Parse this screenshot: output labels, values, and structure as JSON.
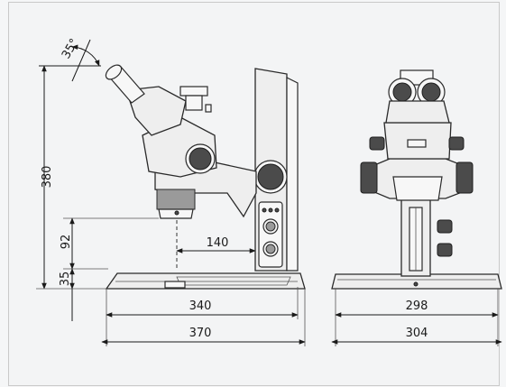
{
  "dimensions": {
    "angle": "35°",
    "height_total": "380",
    "height_mid": "92",
    "height_base": "35",
    "reach": "140",
    "base_depth": "340",
    "total_depth": "370",
    "base_width": "298",
    "total_width": "304"
  },
  "colors": {
    "line": "#1a1a1a",
    "body": "#eeeeee",
    "background": "#f3f4f5"
  }
}
